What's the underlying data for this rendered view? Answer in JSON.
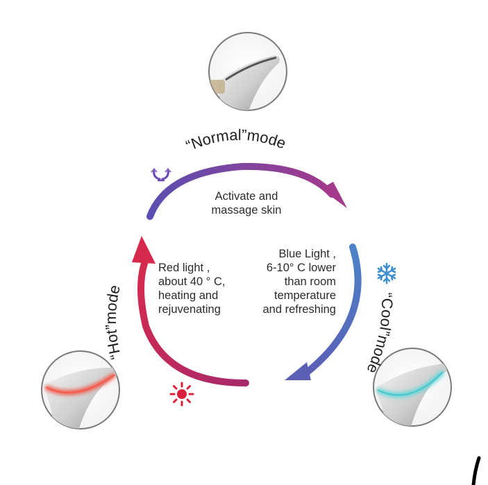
{
  "modes": {
    "normal": {
      "label": "“Normal”mode",
      "desc": [
        "Activate and",
        "massage skin"
      ],
      "icon": "wave-symbol-icon",
      "arrow_colors": [
        "#5a4fb0",
        "#a33a8c"
      ]
    },
    "cool": {
      "label": "“Cool”mode",
      "desc": [
        "Blue Light ,",
        "6-10° C lower",
        "than room",
        "temperature",
        "and refreshing"
      ],
      "icon": "snowflake-icon",
      "icon_color": "#3f8fce",
      "arrow_colors": [
        "#4c83c8",
        "#5b5fb6"
      ],
      "glow": "#5fd6d8"
    },
    "hot": {
      "label": "“Hot”mode",
      "desc": [
        "Red light ,",
        "about 40 ° C,",
        "heating and",
        "rejuvenating"
      ],
      "icon": "sun-icon",
      "icon_color": "#d8203a",
      "arrow_colors": [
        "#a8296b",
        "#d62a4d"
      ],
      "glow": "#f2584c"
    }
  }
}
